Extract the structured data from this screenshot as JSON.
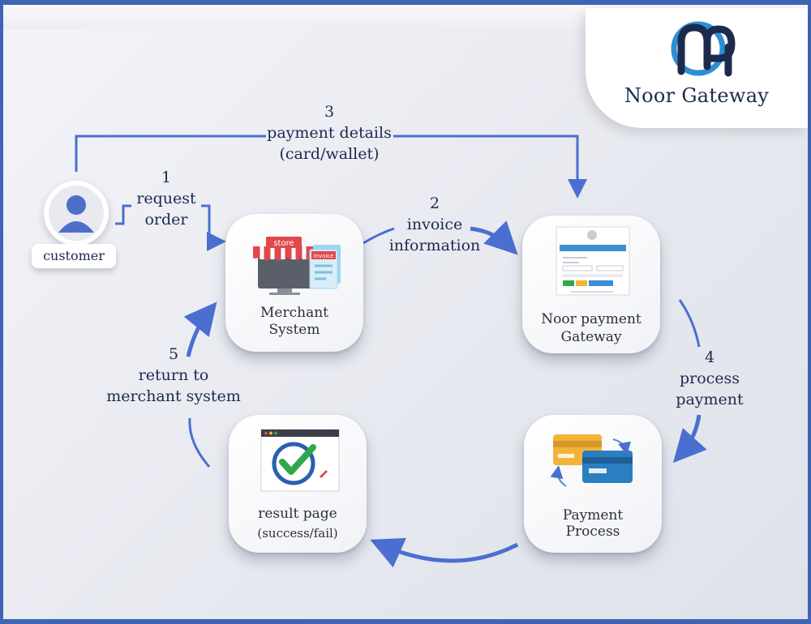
{
  "brand": {
    "name": "Noor Gateway"
  },
  "actor": {
    "label": "customer"
  },
  "steps": {
    "s1": {
      "num": "1",
      "line1": "request",
      "line2": "order"
    },
    "s2": {
      "num": "2",
      "line1": "invoice",
      "line2": "information"
    },
    "s3": {
      "num": "3",
      "line1": "payment details",
      "line2": "(card/wallet)"
    },
    "s4": {
      "num": "4",
      "line1": "process",
      "line2": "payment"
    },
    "s5": {
      "num": "5",
      "line1": "return to",
      "line2": "merchant system"
    }
  },
  "cards": {
    "merchant": {
      "line1": "Merchant",
      "line2": "System",
      "store_text": "store",
      "invoice_text": "invoice"
    },
    "gateway": {
      "line1": "Noor payment",
      "line2": "Gateway"
    },
    "process": {
      "line1": "Payment",
      "line2": "Process"
    },
    "result": {
      "line1": "result page",
      "line2": "(success/fail)"
    }
  },
  "colors": {
    "arrow": "#4a6fd0",
    "frame": "#3f64b3",
    "text": "#1c2a4e",
    "awning_red": "#e0484b",
    "card_yellow": "#f2b33a",
    "card_blue": "#2b7fc0",
    "check_green": "#2fa84a"
  }
}
